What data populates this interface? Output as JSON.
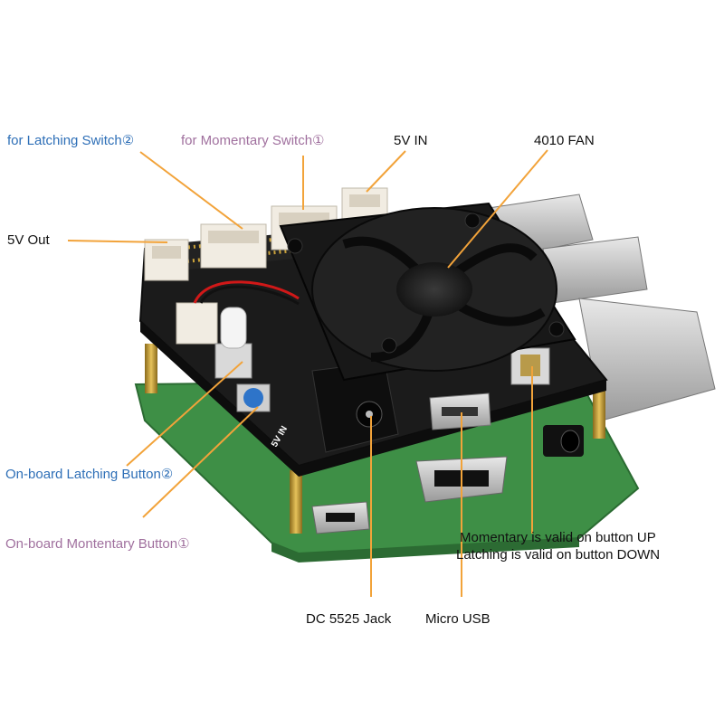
{
  "labels": {
    "latching_switch": "for Latching Switch②",
    "momentary_switch": "for Momentary Switch①",
    "five_v_in": "5V IN",
    "fan": "4010 FAN",
    "five_v_out": "5V Out",
    "latching_button": "On-board Latching Button②",
    "momentary_button": "On-board Montentary Button①",
    "momentary_valid": "Momentary is valid on button UP",
    "latching_valid": "Latching is valid on button DOWN",
    "dc_jack": "DC 5525 Jack",
    "micro_usb": "Micro USB"
  },
  "colors": {
    "label_blue": "#2e6fb7",
    "label_purple": "#a0709e",
    "leader_line": "#f2a33a",
    "pcb_black": "#1b1b1b",
    "pcb_green": "#3e8f46",
    "standoff_gold": "#c9a23a"
  },
  "icons": [
    "cooling-fan-icon",
    "dc-jack-icon",
    "micro-usb-icon",
    "hdmi-icon",
    "usb-port-icon",
    "ethernet-port-icon"
  ]
}
